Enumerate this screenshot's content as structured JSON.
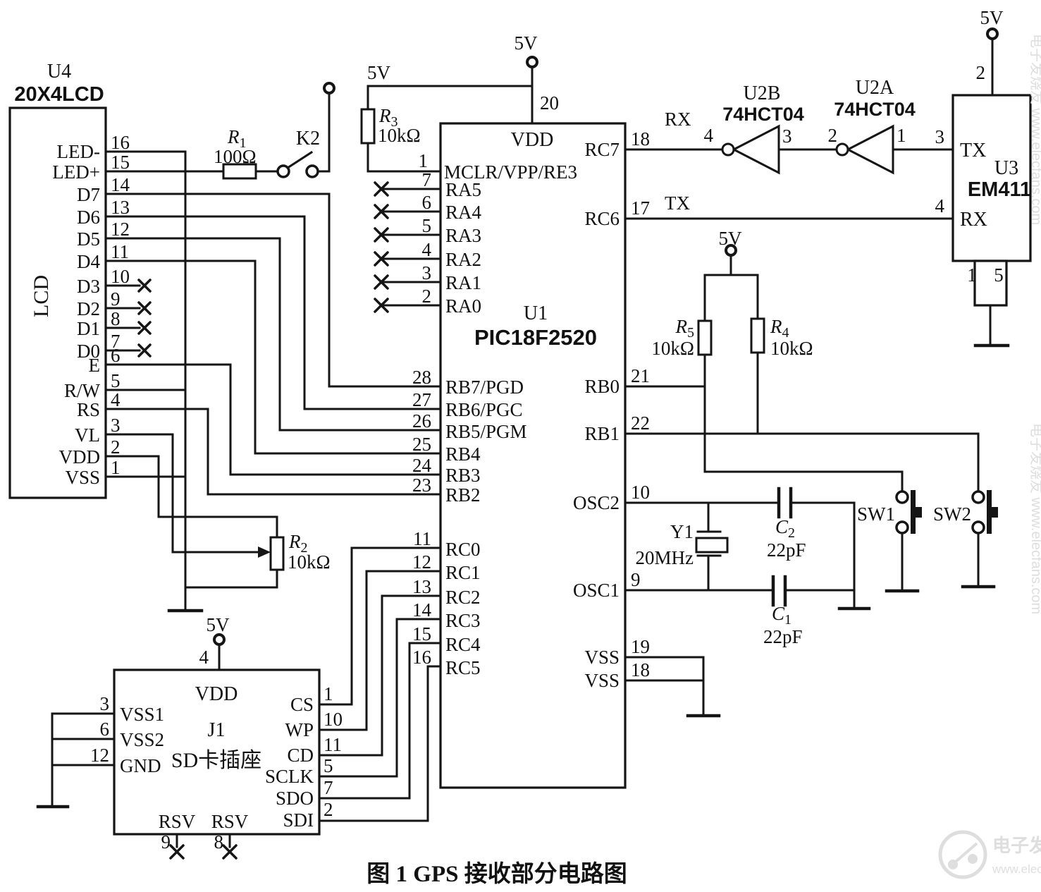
{
  "figure": {
    "caption": "图 1  GPS 接收部分电路图"
  },
  "watermark": {
    "brand": "电子发烧友",
    "site": "www.elecfans.com",
    "full": "电子发烧友 www.elecfans.com"
  },
  "power": {
    "v5": "5V"
  },
  "lcd": {
    "ref": "U4",
    "part": "20X4LCD",
    "body": "LCD",
    "pins": [
      {
        "n": "LED-",
        "p": "16"
      },
      {
        "n": "LED+",
        "p": "15"
      },
      {
        "n": "D7",
        "p": "14"
      },
      {
        "n": "D6",
        "p": "13"
      },
      {
        "n": "D5",
        "p": "12"
      },
      {
        "n": "D4",
        "p": "11"
      },
      {
        "n": "D3",
        "p": "10"
      },
      {
        "n": "D2",
        "p": "9"
      },
      {
        "n": "D1",
        "p": "8"
      },
      {
        "n": "D0",
        "p": "7"
      },
      {
        "n": "E",
        "p": "6"
      },
      {
        "n": "R/W",
        "p": "5"
      },
      {
        "n": "RS",
        "p": "4"
      },
      {
        "n": "VL",
        "p": "3"
      },
      {
        "n": "VDD",
        "p": "2"
      },
      {
        "n": "VSS",
        "p": "1"
      }
    ]
  },
  "r1": {
    "l": "R",
    "s": "1",
    "v": "100Ω"
  },
  "r2": {
    "l": "R",
    "s": "2",
    "v": "10kΩ"
  },
  "r3": {
    "l": "R",
    "s": "3",
    "v": "10kΩ"
  },
  "r4": {
    "l": "R",
    "s": "4",
    "v": "10kΩ"
  },
  "r5": {
    "l": "R",
    "s": "5",
    "v": "10kΩ"
  },
  "c1": {
    "l": "C",
    "s": "1",
    "v": "22pF"
  },
  "c2": {
    "l": "C",
    "s": "2",
    "v": "22pF"
  },
  "y1": {
    "ref": "Y1",
    "v": "20MHz"
  },
  "k2": {
    "label": "K2"
  },
  "sw1": {
    "label": "SW1"
  },
  "sw2": {
    "label": "SW2"
  },
  "u1": {
    "ref": "U1",
    "part": "PIC18F2520",
    "vdd": "VDD",
    "vdd_pin": "20",
    "mclr": "MCLR/VPP/RE3",
    "mclr_pin": "1",
    "rx": "RX",
    "tx": "TX",
    "ra": [
      {
        "n": "RA5",
        "p": "7"
      },
      {
        "n": "RA4",
        "p": "6"
      },
      {
        "n": "RA3",
        "p": "5"
      },
      {
        "n": "RA2",
        "p": "4"
      },
      {
        "n": "RA1",
        "p": "3"
      },
      {
        "n": "RA0",
        "p": "2"
      }
    ],
    "rb": [
      {
        "n": "RB7/PGD",
        "p": "28"
      },
      {
        "n": "RB6/PGC",
        "p": "27"
      },
      {
        "n": "RB5/PGM",
        "p": "26"
      },
      {
        "n": "RB4",
        "p": "25"
      },
      {
        "n": "RB3",
        "p": "24"
      },
      {
        "n": "RB2",
        "p": "23"
      }
    ],
    "rc": [
      {
        "n": "RC0",
        "p": "11"
      },
      {
        "n": "RC1",
        "p": "12"
      },
      {
        "n": "RC2",
        "p": "13"
      },
      {
        "n": "RC3",
        "p": "14"
      },
      {
        "n": "RC4",
        "p": "15"
      },
      {
        "n": "RC5",
        "p": "16"
      }
    ],
    "right": [
      {
        "n": "RC7",
        "p": "18"
      },
      {
        "n": "RC6",
        "p": "17"
      },
      {
        "n": "RB0",
        "p": "21"
      },
      {
        "n": "RB1",
        "p": "22"
      },
      {
        "n": "OSC2",
        "p": "10"
      },
      {
        "n": "OSC1",
        "p": "9"
      },
      {
        "n": "VSS",
        "p": "19"
      },
      {
        "n": "VSS",
        "p": "18"
      }
    ]
  },
  "u2b": {
    "ref": "U2B",
    "part": "74HCT04",
    "pin_out": "4",
    "pin_in": "3"
  },
  "u2a": {
    "ref": "U2A",
    "part": "74HCT04",
    "pin_out": "2",
    "pin_in": "1"
  },
  "u3": {
    "ref": "U3",
    "part": "EM411",
    "tx": "TX",
    "tx_pin": "3",
    "rx": "RX",
    "rx_pin": "4",
    "vdd_pin": "2",
    "gnd_pin1": "1",
    "gnd_pin2": "5"
  },
  "j1": {
    "ref": "J1",
    "part": "SD卡插座",
    "vdd": "VDD",
    "vdd_pin": "4",
    "left": [
      {
        "n": "VSS1",
        "p": "3"
      },
      {
        "n": "VSS2",
        "p": "6"
      },
      {
        "n": "GND",
        "p": "12"
      }
    ],
    "right": [
      {
        "n": "CS",
        "p": "1"
      },
      {
        "n": "WP",
        "p": "10"
      },
      {
        "n": "CD",
        "p": "11"
      },
      {
        "n": "SCLK",
        "p": "5"
      },
      {
        "n": "SDO",
        "p": "7"
      },
      {
        "n": "SDI",
        "p": "2"
      }
    ],
    "rsv1": {
      "n": "RSV",
      "p": "9"
    },
    "rsv2": {
      "n": "RSV",
      "p": "8"
    }
  }
}
